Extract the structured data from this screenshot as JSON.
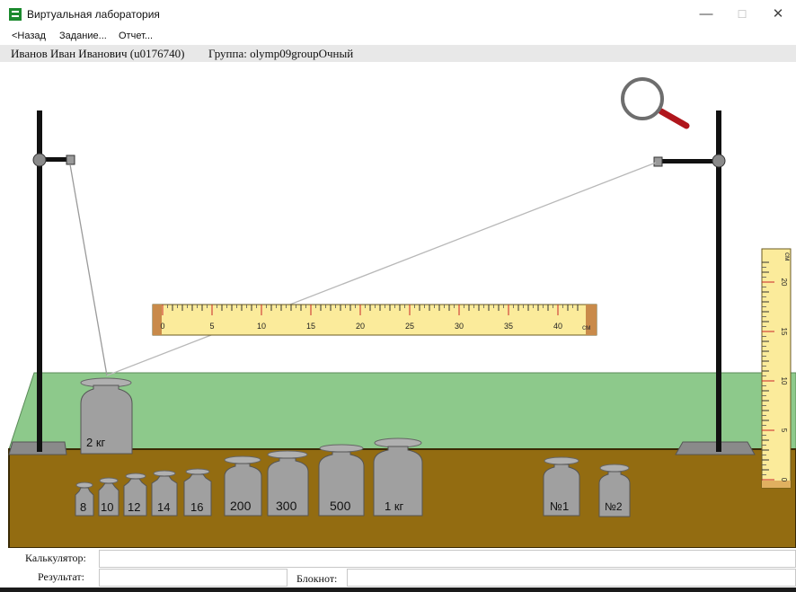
{
  "window": {
    "title": "Виртуальная лаборатория",
    "minimize": "—",
    "maximize": "☐",
    "close": "✕"
  },
  "menu": {
    "back": "<Назад",
    "task": "Задание...",
    "report": "Отчет..."
  },
  "user": {
    "name": "Иванов Иван Иванович (u0176740)",
    "group": "Группа: olymp09groupОчный"
  },
  "ruler_h": {
    "labels": [
      "0",
      "5",
      "10",
      "15",
      "20",
      "25",
      "30",
      "35",
      "40"
    ],
    "unit": "см"
  },
  "ruler_v": {
    "labels": [
      "0",
      "5",
      "10",
      "15",
      "20"
    ],
    "unit": "см"
  },
  "weights": {
    "hanging": "2 кг",
    "small": [
      "8",
      "10",
      "12",
      "14",
      "16"
    ],
    "medium": [
      "200",
      "300",
      "500",
      "1 кг"
    ],
    "unknown": [
      "№1",
      "№2"
    ]
  },
  "bottom": {
    "calculator_label": "Калькулятор:",
    "calculator_value": "",
    "result_label": "Результат:",
    "result_value": "",
    "notepad_label": "Блокнот:",
    "notepad_value": ""
  },
  "icons": {
    "magnifier": "magnifier-icon"
  },
  "colors": {
    "table_top": "#8dc98b",
    "table_front": "#936c11",
    "ruler": "#fbeb9b",
    "weight": "#9e9e9e",
    "magnifier_handle": "#b0161c"
  }
}
